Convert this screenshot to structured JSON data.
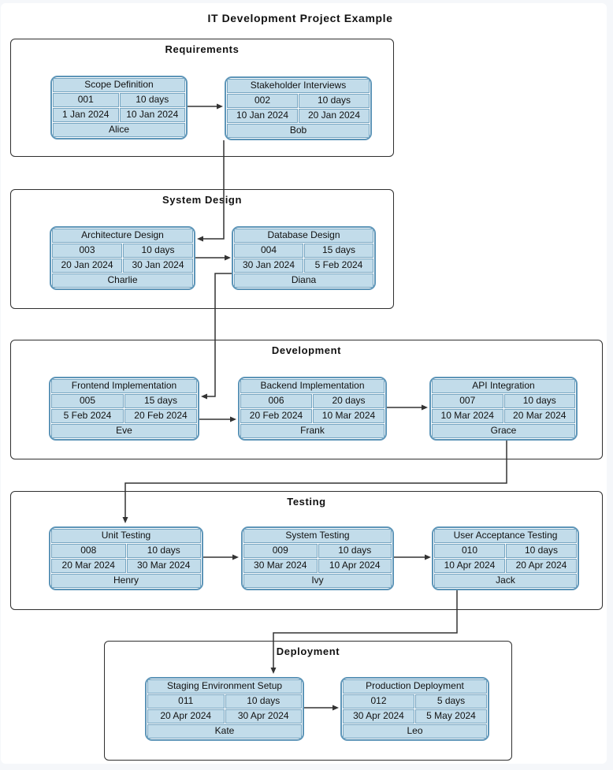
{
  "page": {
    "title": "IT Development Project Example"
  },
  "sections": [
    {
      "label": "Requirements",
      "tasks": [
        {
          "name": "Scope Definition",
          "id": "001",
          "duration": "10 days",
          "start": "1 Jan 2024",
          "end": "10 Jan 2024",
          "assignee": "Alice"
        },
        {
          "name": "Stakeholder Interviews",
          "id": "002",
          "duration": "10 days",
          "start": "10 Jan 2024",
          "end": "20 Jan 2024",
          "assignee": "Bob"
        }
      ]
    },
    {
      "label": "System Design",
      "tasks": [
        {
          "name": "Architecture Design",
          "id": "003",
          "duration": "10 days",
          "start": "20 Jan 2024",
          "end": "30 Jan 2024",
          "assignee": "Charlie"
        },
        {
          "name": "Database Design",
          "id": "004",
          "duration": "15 days",
          "start": "30 Jan 2024",
          "end": "5 Feb 2024",
          "assignee": "Diana"
        }
      ]
    },
    {
      "label": "Development",
      "tasks": [
        {
          "name": "Frontend Implementation",
          "id": "005",
          "duration": "15 days",
          "start": "5 Feb 2024",
          "end": "20 Feb 2024",
          "assignee": "Eve"
        },
        {
          "name": "Backend Implementation",
          "id": "006",
          "duration": "20 days",
          "start": "20 Feb 2024",
          "end": "10 Mar 2024",
          "assignee": "Frank"
        },
        {
          "name": "API Integration",
          "id": "007",
          "duration": "10 days",
          "start": "10 Mar 2024",
          "end": "20 Mar 2024",
          "assignee": "Grace"
        }
      ]
    },
    {
      "label": "Testing",
      "tasks": [
        {
          "name": "Unit Testing",
          "id": "008",
          "duration": "10 days",
          "start": "20 Mar 2024",
          "end": "30 Mar 2024",
          "assignee": "Henry"
        },
        {
          "name": "System Testing",
          "id": "009",
          "duration": "10 days",
          "start": "30 Mar 2024",
          "end": "10 Apr 2024",
          "assignee": "Ivy"
        },
        {
          "name": "User Acceptance Testing",
          "id": "010",
          "duration": "10 days",
          "start": "10 Apr 2024",
          "end": "20 Apr 2024",
          "assignee": "Jack"
        }
      ]
    },
    {
      "label": "Deployment",
      "tasks": [
        {
          "name": "Staging Environment Setup",
          "id": "011",
          "duration": "10 days",
          "start": "20 Apr 2024",
          "end": "30 Apr 2024",
          "assignee": "Kate"
        },
        {
          "name": "Production Deployment",
          "id": "012",
          "duration": "5 days",
          "start": "30 Apr 2024",
          "end": "5 May 2024",
          "assignee": "Leo"
        }
      ]
    }
  ],
  "dependencies": [
    [
      "001",
      "002"
    ],
    [
      "002",
      "003"
    ],
    [
      "003",
      "004"
    ],
    [
      "004",
      "005"
    ],
    [
      "005",
      "006"
    ],
    [
      "006",
      "007"
    ],
    [
      "007",
      "008"
    ],
    [
      "008",
      "009"
    ],
    [
      "009",
      "010"
    ],
    [
      "010",
      "011"
    ],
    [
      "011",
      "012"
    ]
  ],
  "colors": {
    "card_fill": "#c2dcea",
    "card_border": "#5d95b8",
    "cell_border": "#76a5c1",
    "section_border": "#2f2f2f",
    "connector": "#333333",
    "page_margin": "#f5f7fa"
  }
}
